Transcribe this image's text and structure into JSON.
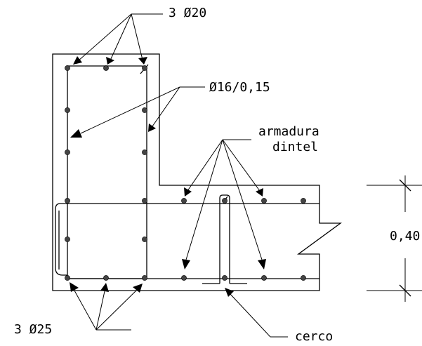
{
  "labels": {
    "top_bars": "3  Ø20",
    "stirrups": "Ø16/0,15",
    "lintel_line1": "armadura",
    "lintel_line2": "dintel",
    "dimension": "0,40",
    "bottom_bars": "3  Ø25",
    "hoop": "cerco"
  },
  "colors": {
    "line": "#000000",
    "bar_fill": "#444444",
    "background": "#ffffff"
  }
}
